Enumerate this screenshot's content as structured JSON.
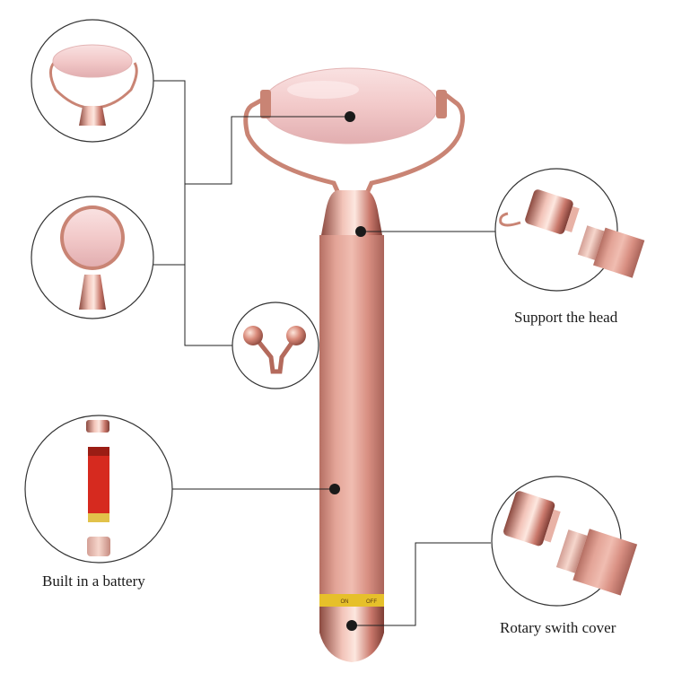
{
  "labels": {
    "support_head": "Support the head",
    "built_in_battery": "Built in a battery",
    "rotary_cover": "Rotary swith cover"
  },
  "switch_text": {
    "on": "ON",
    "off": "OFF"
  },
  "colors": {
    "rose_gold": "#d9948a",
    "rose_gold_dark": "#b06a5e",
    "rose_quartz": "#f3cfcf",
    "leader_line": "#222222",
    "circle_outline": "#333333",
    "battery_red": "#d62a1f",
    "switch_gold": "#e6c02a"
  }
}
